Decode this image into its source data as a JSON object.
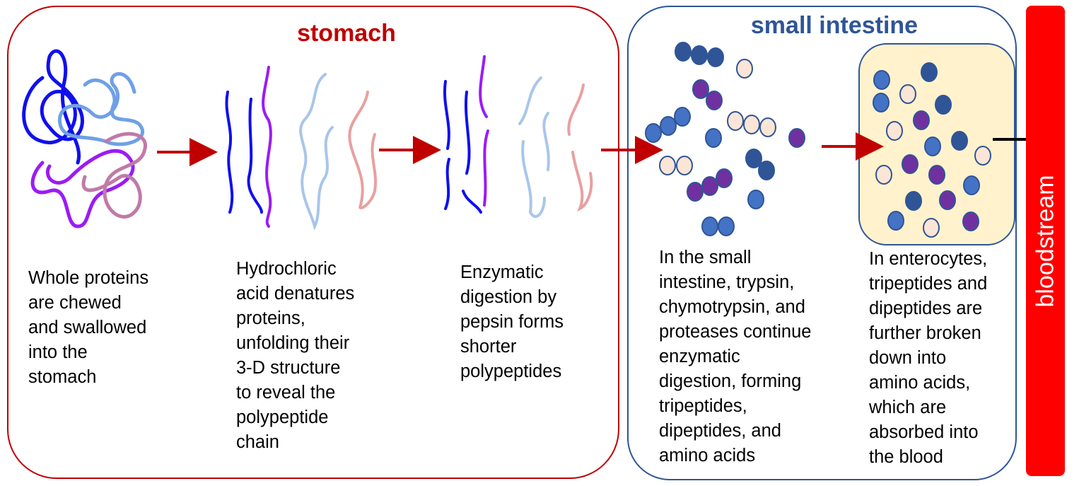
{
  "stomach": {
    "title": "stomach",
    "captions": [
      "Whole proteins\nare chewed\nand swallowed\ninto the\nstomach",
      "Hydrochloric\nacid denatures\nproteins,\nunfolding their\n3-D structure\nto reveal the\npolypeptide\nchain",
      "Enzymatic\ndigestion by\npepsin forms\nshorter\npolypeptides"
    ]
  },
  "small_intestine": {
    "title": "small intestine",
    "captions": [
      "In the small\nintestine, trypsin,\nchymotrypsin, and\nproteases continue\nenzymatic\ndigestion, forming\ntripeptides,\ndipeptides, and\namino acids",
      "In enterocytes,\ntripeptides and\ndipeptides are\nfurther broken\ndown into\namino acids,\nwhich are\nabsorbed into\nthe blood"
    ]
  },
  "bloodstream": {
    "label": "bloodstream"
  },
  "colors": {
    "stomach_border": "#C00000",
    "intestine_border": "#2F5597",
    "enterocyte_fill": "#FFF2CC",
    "arrow": "#C00000",
    "blood": "#FF0000"
  }
}
